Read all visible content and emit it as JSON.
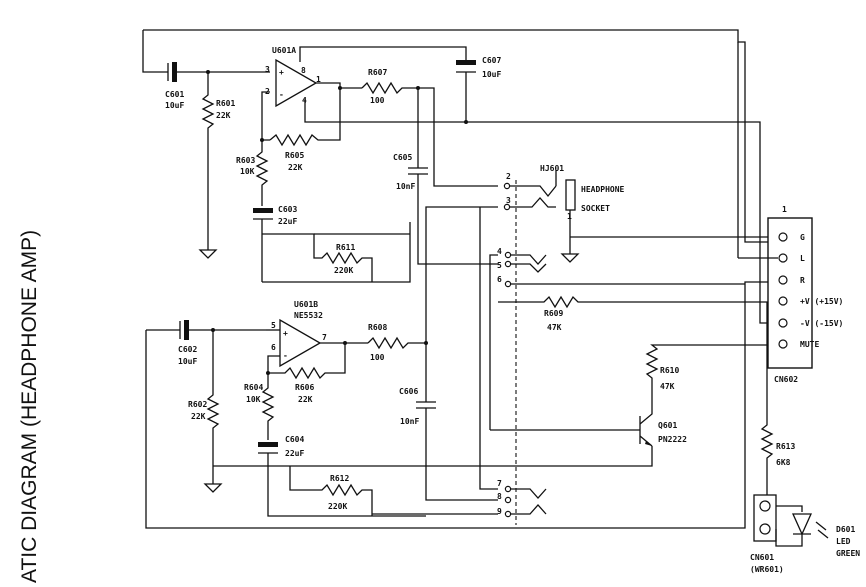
{
  "title": "ATIC DIAGRAM (HEADPHONE AMP)",
  "components": {
    "u601a": "U601A",
    "u601b": "U601B",
    "u601b_part": "NE5532",
    "c601": "C601",
    "c601_val": "10uF",
    "c602": "C602",
    "c602_val": "10uF",
    "c603": "C603",
    "c603_val": "22uF",
    "c604": "C604",
    "c604_val": "22uF",
    "c605": "C605",
    "c605_val": "10nF",
    "c606": "C606",
    "c606_val": "10nF",
    "c607": "C607",
    "c607_val": "10uF",
    "r601": "R601",
    "r601_val": "22K",
    "r602": "R602",
    "r602_val": "22K",
    "r603": "R603",
    "r603_val": "10K",
    "r604": "R604",
    "r604_val": "10K",
    "r605": "R605",
    "r605_val": "22K",
    "r606": "R606",
    "r606_val": "22K",
    "r607": "R607",
    "r607_val": "100",
    "r608": "R608",
    "r608_val": "100",
    "r609": "R609",
    "r609_val": "47K",
    "r610": "R610",
    "r610_val": "47K",
    "r611": "R611",
    "r611_val": "220K",
    "r612": "R612",
    "r612_val": "220K",
    "r613": "R613",
    "r613_val": "6K8",
    "q601": "Q601",
    "q601_part": "PN2222",
    "hj601": "HJ601",
    "headphone_line1": "HEADPHONE",
    "headphone_line2": "SOCKET",
    "cn602": "CN602",
    "cn601": "CN601",
    "cn601_sub": "(WR601)",
    "d601": "D601",
    "d601_line2": "LED",
    "d601_line3": "GREEN"
  },
  "connector_cn602": {
    "header": "1",
    "pins": [
      "G",
      "L",
      "R",
      "+V (+15V)",
      "-V (-15V)",
      "MUTE"
    ]
  },
  "opamp_pins": {
    "a_in_plus": "3",
    "a_in_minus": "2",
    "a_out": "1",
    "a_vplus": "8",
    "a_vminus": "4",
    "b_in_plus": "5",
    "b_in_minus": "6",
    "b_out": "7"
  },
  "jack_pins": [
    "2",
    "3",
    "4",
    "5",
    "6",
    "7",
    "8",
    "9"
  ],
  "socket_pin": "1"
}
